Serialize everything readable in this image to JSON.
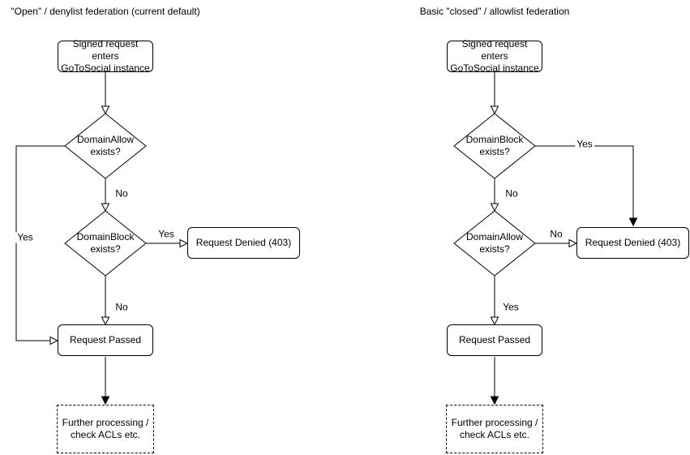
{
  "canvas": {
    "background": "#ffffff",
    "stroke_color": "#000000",
    "text_color": "#000000"
  },
  "left_chart": {
    "title": "\"Open\" / denylist federation (current default)",
    "nodes": {
      "start": "Signed request enters\nGoToSocial instance",
      "domain_allow": "DomainAllow\nexists?",
      "domain_block": "DomainBlock\nexists?",
      "request_denied": "Request Denied (403)",
      "request_passed": "Request Passed",
      "further_processing": "Further processing /\ncheck ACLs etc."
    },
    "edges": {
      "start_to_domain_allow": {
        "from": "start",
        "to": "domain_allow",
        "label": ""
      },
      "domain_allow_to_domain_block": {
        "from": "domain_allow",
        "to": "domain_block",
        "label": "No"
      },
      "domain_allow_to_request_passed": {
        "from": "domain_allow",
        "to": "request_passed",
        "label": "Yes"
      },
      "domain_block_to_request_denied": {
        "from": "domain_block",
        "to": "request_denied",
        "label": "Yes"
      },
      "domain_block_to_request_passed": {
        "from": "domain_block",
        "to": "request_passed",
        "label": "No"
      },
      "request_passed_to_further_processing": {
        "from": "request_passed",
        "to": "further_processing",
        "label": ""
      }
    }
  },
  "right_chart": {
    "title": "Basic \"closed\" / allowlist federation",
    "nodes": {
      "start": "Signed request enters\nGoToSocial instance",
      "domain_block": "DomainBlock\nexists?",
      "domain_allow": "DomainAllow\nexists?",
      "request_denied": "Request Denied (403)",
      "request_passed": "Request Passed",
      "further_processing": "Further processing /\ncheck ACLs etc."
    },
    "edges": {
      "start_to_domain_block": {
        "from": "start",
        "to": "domain_block",
        "label": ""
      },
      "domain_block_to_request_denied": {
        "from": "domain_block",
        "to": "request_denied",
        "label": "Yes"
      },
      "domain_block_to_domain_allow": {
        "from": "domain_block",
        "to": "domain_allow",
        "label": "No"
      },
      "domain_allow_to_request_denied": {
        "from": "domain_allow",
        "to": "request_denied",
        "label": "No"
      },
      "domain_allow_to_request_passed": {
        "from": "domain_allow",
        "to": "request_passed",
        "label": "Yes"
      },
      "request_passed_to_further_processing": {
        "from": "request_passed",
        "to": "further_processing",
        "label": ""
      }
    }
  }
}
